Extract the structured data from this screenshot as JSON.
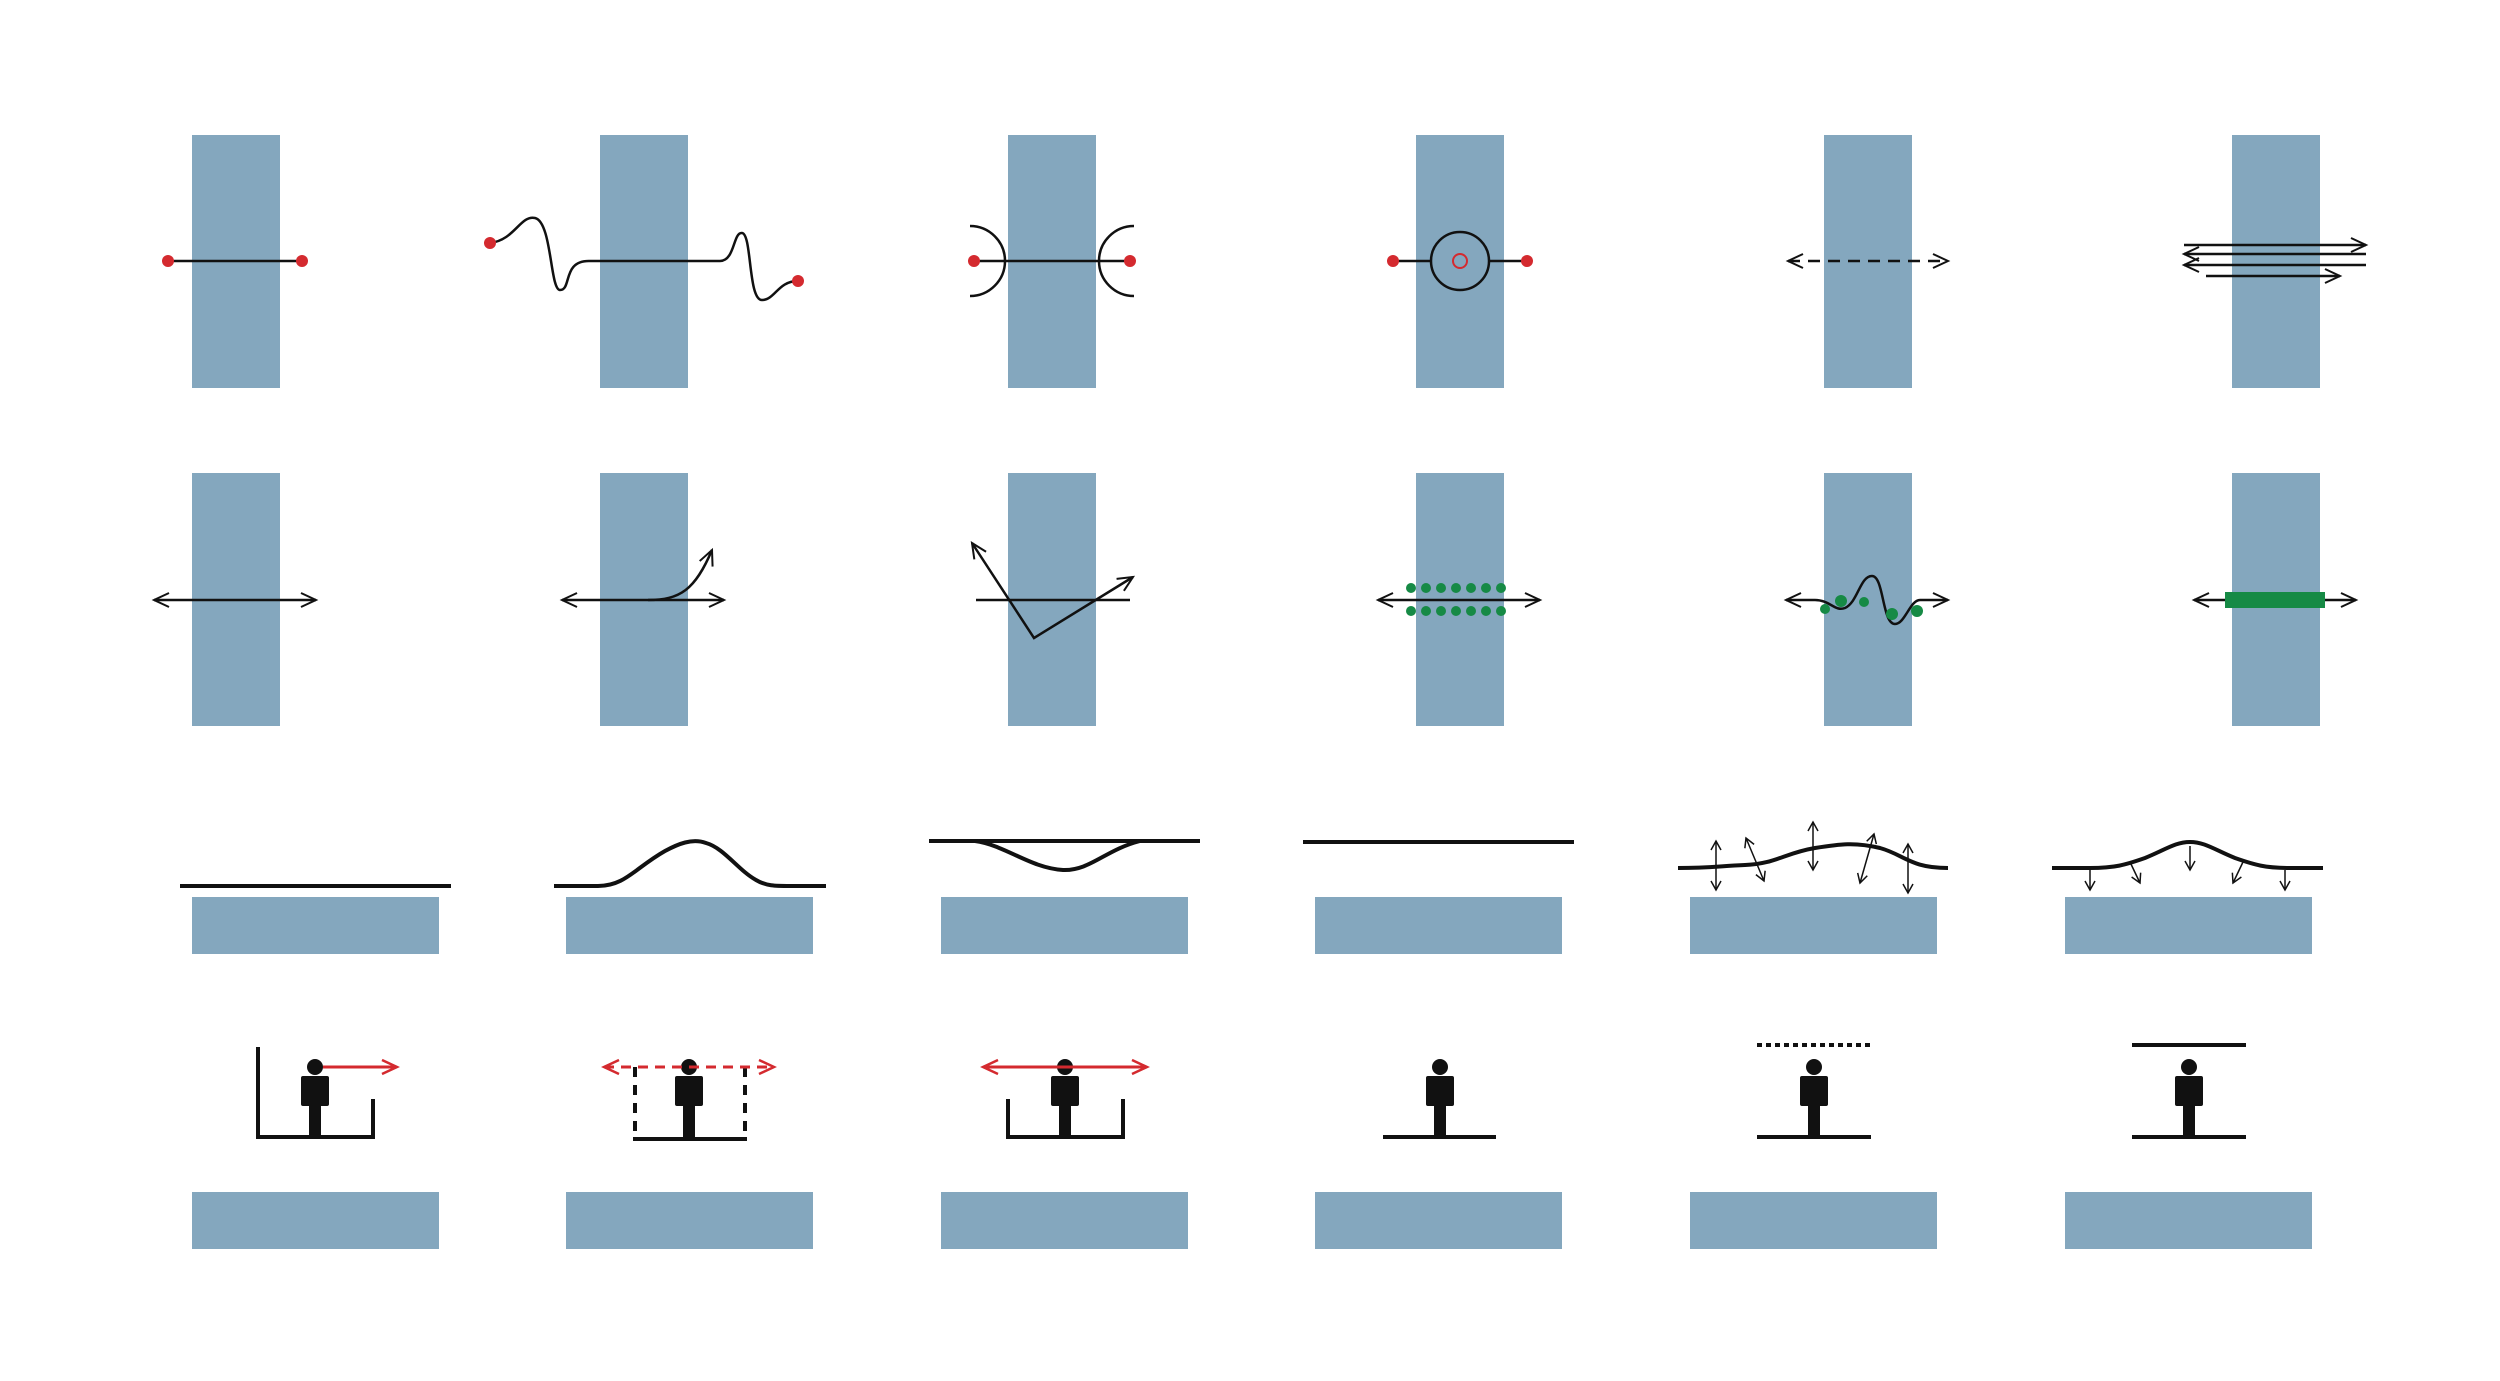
{
  "colors": {
    "background": "#ffffff",
    "slab": "#84a7be",
    "line": "#111111",
    "red": "#d42a2f",
    "green": "#168a45"
  },
  "grid": {
    "rows": 4,
    "columns": 6,
    "text_labels": []
  },
  "panels": [
    {
      "row": 1,
      "col": 1,
      "name": "panel-line-red-dots"
    },
    {
      "row": 1,
      "col": 2,
      "name": "panel-wavy-line-red-dots"
    },
    {
      "row": 1,
      "col": 3,
      "name": "panel-line-with-caps"
    },
    {
      "row": 1,
      "col": 4,
      "name": "panel-line-through-circle"
    },
    {
      "row": 1,
      "col": 5,
      "name": "panel-dashed-double-arrow"
    },
    {
      "row": 1,
      "col": 6,
      "name": "panel-multiple-arrows"
    },
    {
      "row": 2,
      "col": 1,
      "name": "panel-double-arrow"
    },
    {
      "row": 2,
      "col": 2,
      "name": "panel-curved-arrow"
    },
    {
      "row": 2,
      "col": 3,
      "name": "panel-reflected-arrow"
    },
    {
      "row": 2,
      "col": 4,
      "name": "panel-arrow-green-dots"
    },
    {
      "row": 2,
      "col": 5,
      "name": "panel-wave-green-dots"
    },
    {
      "row": 2,
      "col": 6,
      "name": "panel-arrow-green-bar"
    },
    {
      "row": 3,
      "col": 1,
      "name": "panel-flat-surface"
    },
    {
      "row": 3,
      "col": 2,
      "name": "panel-bump-surface"
    },
    {
      "row": 3,
      "col": 3,
      "name": "panel-dip-surface"
    },
    {
      "row": 3,
      "col": 4,
      "name": "panel-raised-flat-surface"
    },
    {
      "row": 3,
      "col": 5,
      "name": "panel-surface-outward-normals"
    },
    {
      "row": 3,
      "col": 6,
      "name": "panel-surface-downward-arrows"
    },
    {
      "row": 4,
      "col": 1,
      "name": "panel-person-in-box-arrow"
    },
    {
      "row": 4,
      "col": 2,
      "name": "panel-person-dashed-box"
    },
    {
      "row": 4,
      "col": 3,
      "name": "panel-person-low-box-arrows"
    },
    {
      "row": 4,
      "col": 4,
      "name": "panel-person-on-platform"
    },
    {
      "row": 4,
      "col": 5,
      "name": "panel-person-dotted-ceiling"
    },
    {
      "row": 4,
      "col": 6,
      "name": "panel-person-solid-ceiling"
    }
  ]
}
